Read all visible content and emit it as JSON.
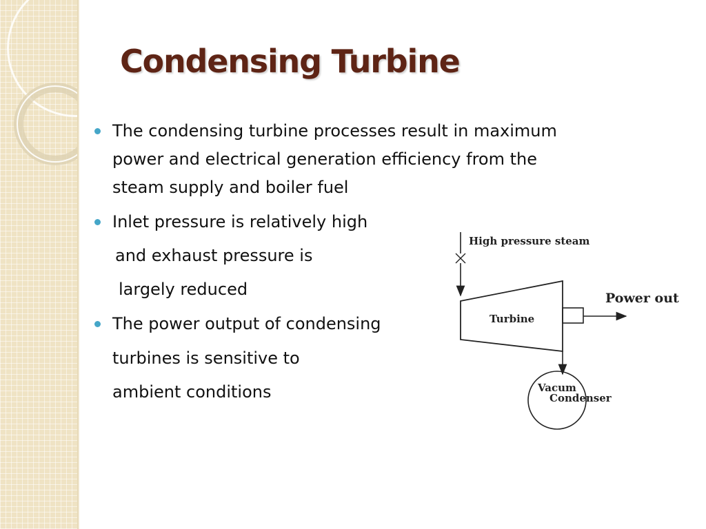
{
  "slide": {
    "title": "Condensing Turbine",
    "accent_color": "#45a6c8",
    "title_color": "#5e2415"
  },
  "bullets": [
    {
      "lines": [
        "The condensing turbine processes result in maximum",
        "power and electrical generation efficiency from the",
        "steam supply and boiler fuel"
      ]
    },
    {
      "lines": [
        "Inlet pressure is relatively high",
        "and exhaust pressure is",
        "largely reduced"
      ]
    },
    {
      "lines": [
        "The power output of condensing",
        "turbines is sensitive to",
        "ambient conditions"
      ]
    }
  ],
  "diagram": {
    "inlet_label": "High pressure steam",
    "turbine_label": "Turbine",
    "output_label": "Power out",
    "condenser_label_1": "Vacum",
    "condenser_label_2": "Condenser"
  }
}
